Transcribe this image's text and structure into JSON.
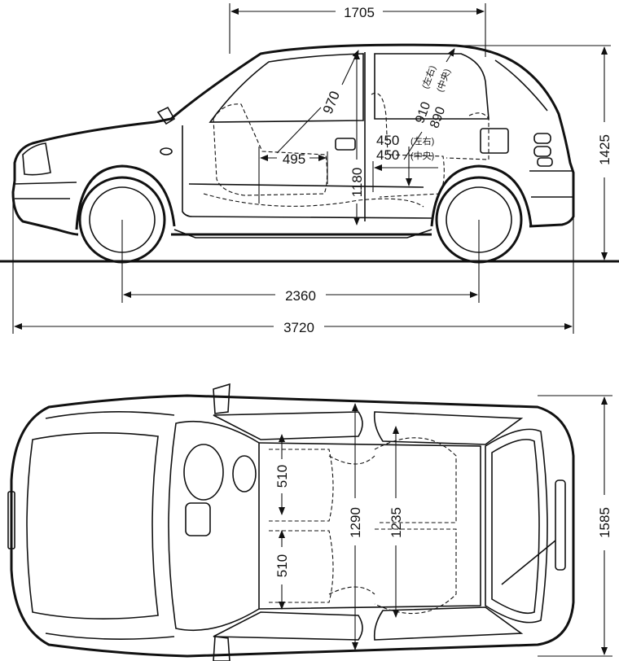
{
  "side_view": {
    "dimensions": {
      "overall_height_top": "1705",
      "roof_height": "1425",
      "wheelbase": "2360",
      "overall_length": "3720",
      "front_headroom": "970",
      "rear_headroom_left_right": "910",
      "rear_headroom_left_right_note": "(左右)",
      "rear_headroom_center": "890",
      "rear_headroom_center_note": "(中央)",
      "front_legroom": "495",
      "rear_legroom_left_right": "450",
      "rear_legroom_left_right_note": "(左右)",
      "rear_legroom_center": "450",
      "rear_legroom_center_note": "(中央)",
      "interior_height": "1180"
    }
  },
  "top_view": {
    "dimensions": {
      "seat_width_left": "510",
      "seat_width_right": "510",
      "interior_width_front": "1290",
      "interior_width_rear": "1235",
      "overall_width": "1585"
    }
  },
  "colors": {
    "line": "#111111",
    "background": "#ffffff"
  }
}
